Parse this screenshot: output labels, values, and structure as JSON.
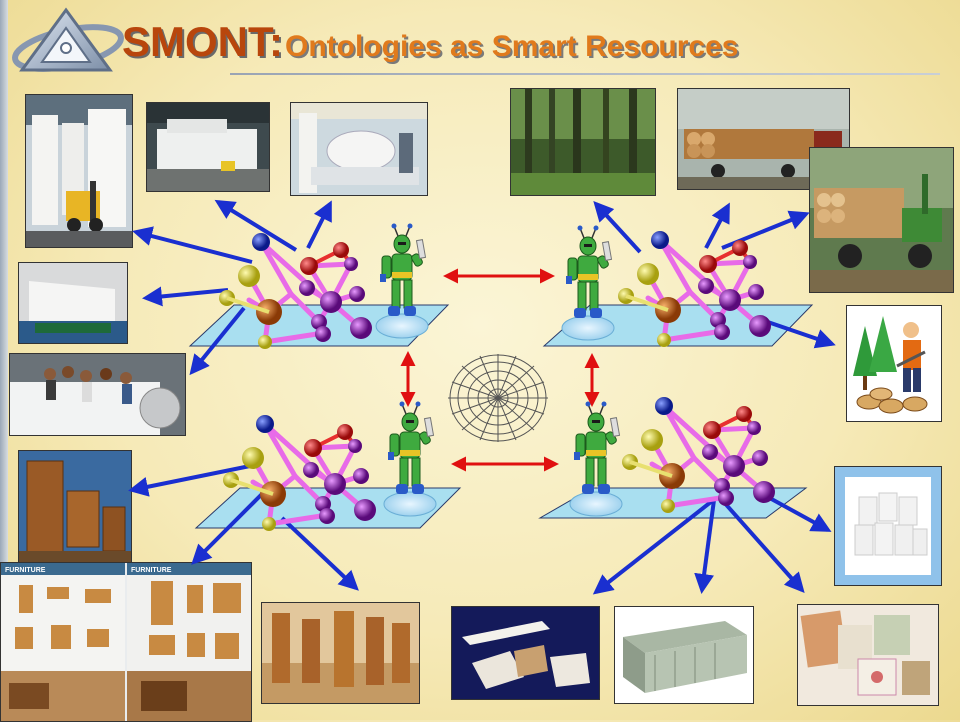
{
  "slide": {
    "title_main": "SMONT:",
    "title_sub": " Ontologies as Smart Resources"
  },
  "furniture_catalog": {
    "label_left": "FURNITURE",
    "label_right": "FURNITURE"
  },
  "colors": {
    "title_main": "#b8460c",
    "title_sub": "#e07a1c",
    "arrow_blue": "#1a2fd0",
    "arrow_red": "#e01010",
    "plane": "#a9dff0",
    "bond": "#e86be8"
  },
  "icons": [
    "logo-triangle-icon",
    "agent-robot-icon",
    "spider-web-icon",
    "woodcutter-clipart-icon"
  ]
}
